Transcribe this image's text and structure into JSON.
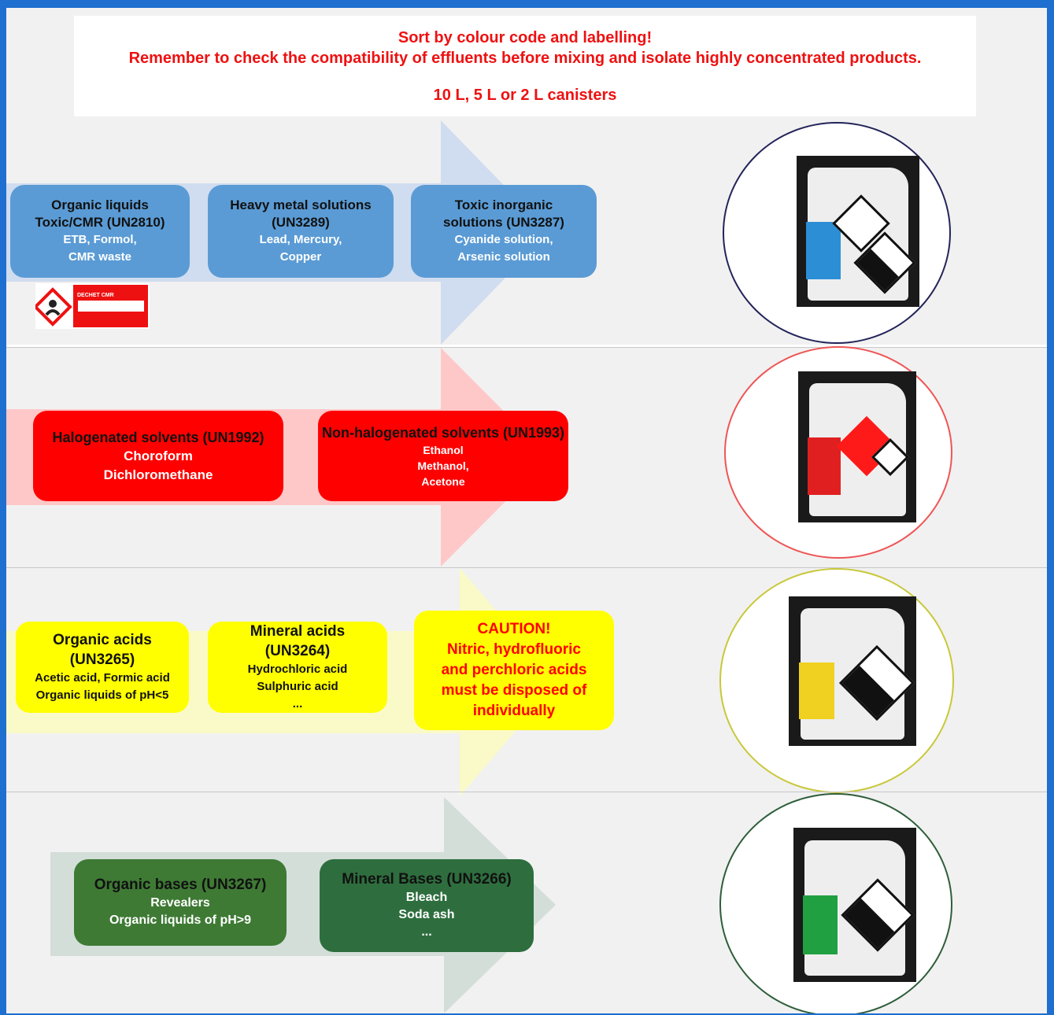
{
  "header": {
    "line1": "Sort by colour code and labelling!",
    "line2": "Remember to check the compatibility of effluents before mixing and  isolate highly concentrated products.",
    "line3": "10 L, 5 L or 2 L canisters"
  },
  "rows": {
    "blue": {
      "color": "#5a9bd5",
      "boxes": [
        {
          "title": "Organic liquids\nToxic/CMR (UN2810)",
          "sub": "ETB, Formol,\nCMR waste"
        },
        {
          "title": "Heavy metal solutions\n(UN3289)",
          "sub": "Lead, Mercury,\nCopper"
        },
        {
          "title": "Toxic inorganic\nsolutions (UN3287)",
          "sub": "Cyanide solution,\nArsenic solution"
        }
      ],
      "label_badge": "DECHET CMR"
    },
    "red": {
      "color": "#ff0000",
      "boxes": [
        {
          "title": "Halogenated solvents (UN1992)",
          "sub": "Choroform\nDichloromethane"
        },
        {
          "title": "Non-halogenated solvents (UN1993)",
          "sub": "Ethanol\nMethanol,\nAcetone"
        }
      ]
    },
    "yellow": {
      "color": "#ffff00",
      "boxes": [
        {
          "title": "Organic acids\n(UN3265)",
          "sub": "Acetic acid, Formic acid\nOrganic liquids of pH<5"
        },
        {
          "title": "Mineral acids\n(UN3264)",
          "sub": "Hydrochloric acid\nSulphuric acid\n..."
        }
      ],
      "caution": "CAUTION!\nNitric, hydrofluoric\nand perchloric acids\nmust be disposed of\nindividually"
    },
    "green": {
      "color": "#3e7a34",
      "boxes": [
        {
          "title": "Organic bases (UN3267)",
          "sub": "Revealers\nOrganic liquids of pH>9"
        },
        {
          "title": "Mineral Bases (UN3266)",
          "sub": "Bleach\nSoda ash\n..."
        }
      ]
    }
  },
  "icons": [
    "toxic-hazard-diamond-icon",
    "corrosive-diamond-icon",
    "flammable-diamond-icon",
    "canister-photo"
  ]
}
